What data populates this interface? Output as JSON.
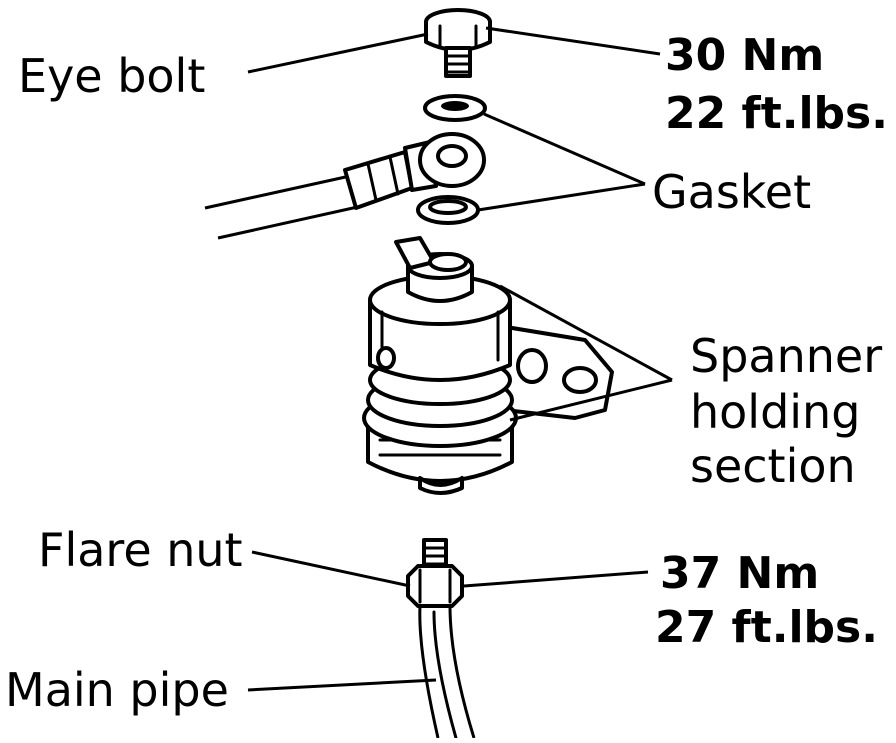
{
  "labels": {
    "eye_bolt": "Eye bolt",
    "gasket": "Gasket",
    "spanner_line1": "Spanner",
    "spanner_line2": "holding",
    "spanner_line3": "section",
    "flare_nut": "Flare nut",
    "main_pipe": "Main pipe"
  },
  "torque": {
    "eye_bolt_nm": "30 Nm",
    "eye_bolt_ftlbs": "22 ft.lbs.",
    "flare_nut_nm": "37 Nm",
    "flare_nut_ftlbs": "27 ft.lbs."
  }
}
